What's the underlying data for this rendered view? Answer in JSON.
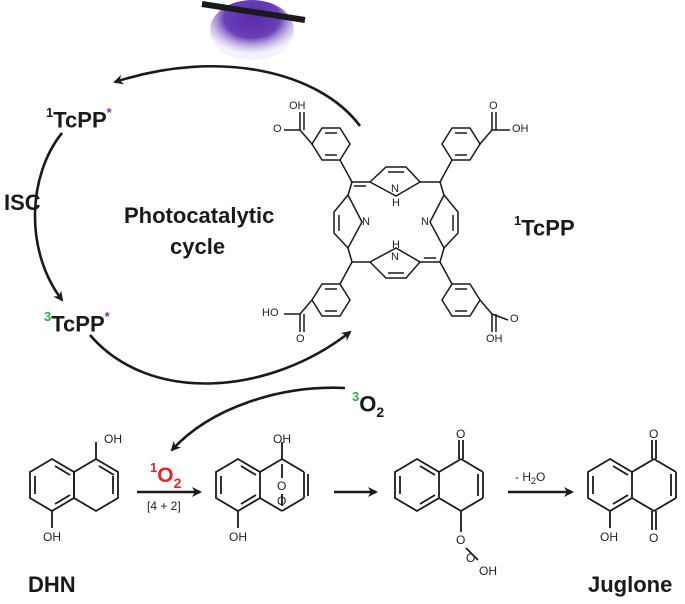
{
  "colors": {
    "purple_star": "#7b2fa8",
    "green_sup": "#2fae4a",
    "red_o2": "#e3262e",
    "lamp_glow": "#6a3fb8"
  },
  "cycle": {
    "singlet_sup": "1",
    "singlet_name": "TcPP",
    "star": "*",
    "isc": "ISC",
    "title_line1": "Photocatalytic",
    "title_line2": "cycle",
    "triplet_sup": "3",
    "triplet_name": "TcPP",
    "ground_sup": "3",
    "ground_o": "O",
    "ground_sub": "2"
  },
  "porphyrin": {
    "label_sup": "1",
    "label_name": "TcPP",
    "oh": "OH",
    "ho": "HO",
    "o": "O",
    "n": "N",
    "h": "H"
  },
  "reaction": {
    "singlet_o2_sup": "1",
    "singlet_o2_o": "O",
    "singlet_o2_sub": "2",
    "cycloaddition": "[4 + 2]",
    "minus_water": "- H",
    "water_sub": "2",
    "water_o": "O",
    "dhn": "DHN",
    "juglone": "Juglone",
    "oh": "OH",
    "o": "O",
    "ooh_o1": "O",
    "ooh_o2": "O",
    "ooh_oh": "OH"
  }
}
